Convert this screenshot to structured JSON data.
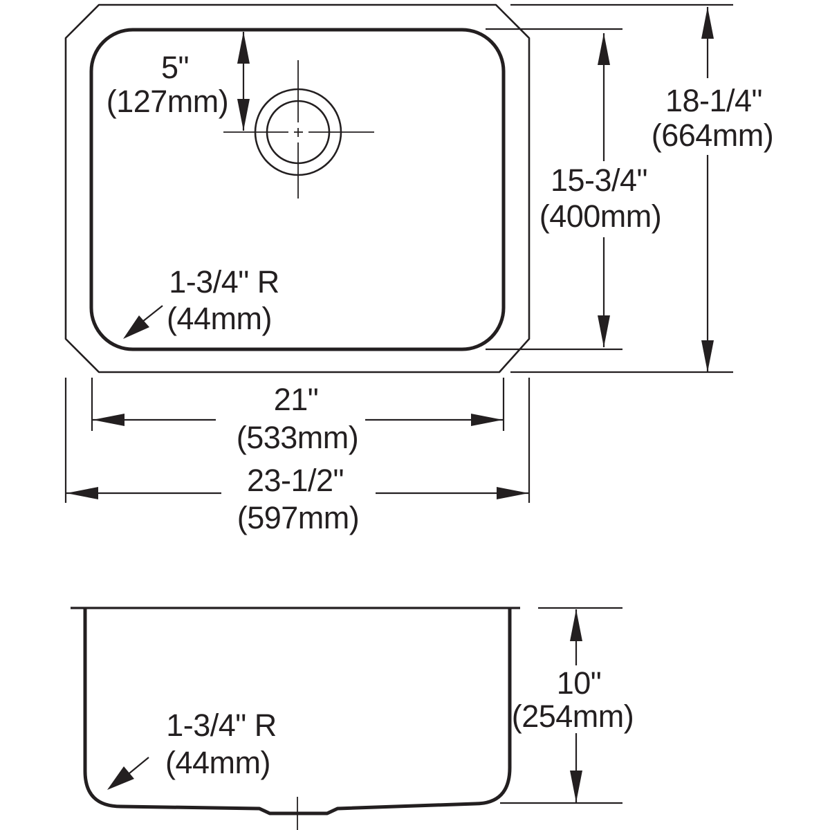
{
  "drawing": {
    "plan_view": {
      "hole_offset": {
        "inches": "5\"",
        "metric": "(127mm)"
      },
      "corner_radius": {
        "label": "1-3/4\" R",
        "metric": "(44mm)"
      },
      "bowl_depth_dim": {
        "inches": "15-3/4\"",
        "metric": "(400mm)"
      },
      "overall_depth": {
        "inches": "18-1/4\"",
        "metric": "(664mm)"
      },
      "bowl_width": {
        "inches": "21\"",
        "metric": "(533mm)"
      },
      "overall_width": {
        "inches": "23-1/2\"",
        "metric": "(597mm)"
      }
    },
    "side_view": {
      "bowl_height": {
        "inches": "10\"",
        "metric": "(254mm)"
      },
      "corner_radius": {
        "label": "1-3/4\" R",
        "metric": "(44mm)"
      }
    }
  }
}
